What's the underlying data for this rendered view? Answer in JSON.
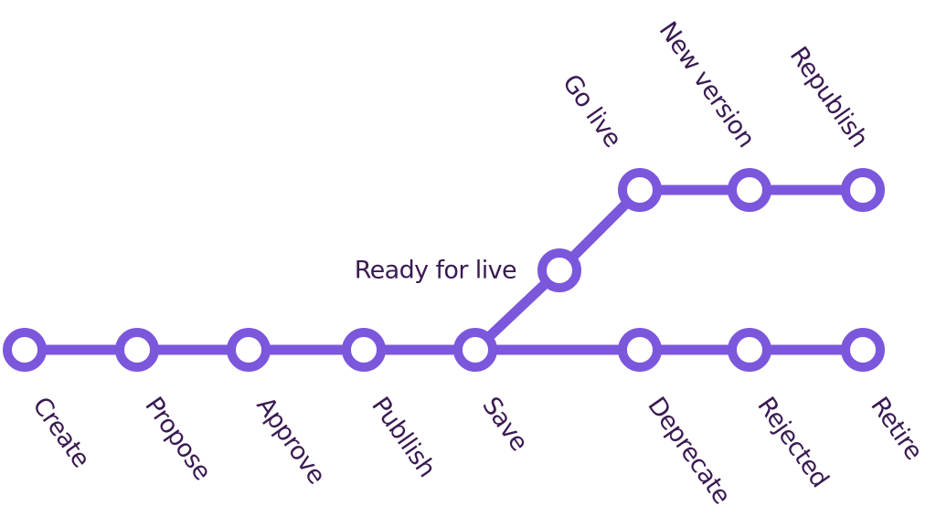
{
  "colors": {
    "line": "#7b57dc",
    "text": "#3a1a52",
    "background": "#ffffff"
  },
  "diagram": {
    "lines": [
      {
        "name": "main-line",
        "stops": [
          "create",
          "propose",
          "approve",
          "publish",
          "save",
          "deprecate",
          "rejected",
          "retire"
        ]
      },
      {
        "name": "branch-line",
        "stops": [
          "save",
          "ready-for-live",
          "go-live",
          "new-version",
          "republish"
        ]
      }
    ],
    "stations": {
      "create": {
        "label": "Create"
      },
      "propose": {
        "label": "Propose"
      },
      "approve": {
        "label": "Approve"
      },
      "publish": {
        "label": "Publlish"
      },
      "save": {
        "label": "Save"
      },
      "deprecate": {
        "label": "Deprecate"
      },
      "rejected": {
        "label": "Rejected"
      },
      "retire": {
        "label": "Retire"
      },
      "ready-for-live": {
        "label": "Ready for live"
      },
      "go-live": {
        "label": "Go live"
      },
      "new-version": {
        "label": "New version"
      },
      "republish": {
        "label": "Republish"
      }
    }
  }
}
